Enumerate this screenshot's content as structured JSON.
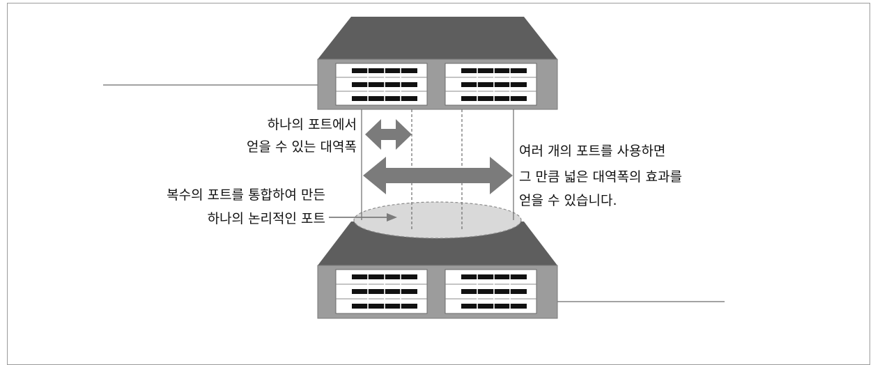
{
  "labels": {
    "single_port_line1": "하나의 포트에서",
    "single_port_line2": "얻을 수 있는 대역폭",
    "multi_port_line1": "여러 개의 포트를 사용하면",
    "multi_port_line2": "그 만큼 넓은 대역폭의 효과를",
    "multi_port_line3": "얻을 수 있습니다.",
    "logical_port_line1": "복수의 포트를 통합하여 만든",
    "logical_port_line2": "하나의 논리적인 포트"
  },
  "colors": {
    "switch_top": "#5e5e5e",
    "switch_panel": "#9c9c9c",
    "port_block": "#111111",
    "arrow": "#7b7b7b",
    "ellipse_fill": "#d9d9d9"
  },
  "icons": [
    "switch-icon",
    "switch-icon",
    "double-arrow-icon",
    "double-arrow-icon",
    "arrow-icon"
  ]
}
